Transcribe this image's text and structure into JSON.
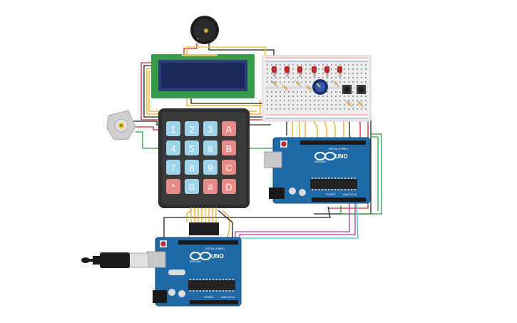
{
  "keypad": {
    "rows": [
      [
        "1",
        "2",
        "3",
        "A"
      ],
      [
        "4",
        "5",
        "6",
        "B"
      ],
      [
        "7",
        "8",
        "9",
        "C"
      ],
      [
        "*",
        "0",
        "#",
        "D"
      ]
    ]
  },
  "boards": {
    "top": {
      "brand": "ARDUINO",
      "model": "UNO",
      "digital_label": "DIGITAL (PWM~)",
      "power_label": "POWER",
      "analog_label": "ANALOG IN"
    },
    "bottom": {
      "brand": "ARDUINO",
      "model": "UNO",
      "digital_label": "DIGITAL (PWM~)",
      "power_label": "POWER",
      "analog_label": "ANALOG IN"
    }
  },
  "colors": {
    "board_blue": "#1f6aa6",
    "board_edge": "#174f7d",
    "lcd_green": "#3a9a4c",
    "lcd_screen": "#1b2a5c",
    "key_blue": "#9fd3ea",
    "key_red": "#e78a8a",
    "keypad_body": "#2d2d2d",
    "wire_red": "#d62a2a",
    "wire_black": "#222222",
    "wire_orange": "#f5a623",
    "wire_green": "#2e9e3e",
    "wire_purple": "#b23fa0",
    "wire_cyan": "#46c0d0",
    "wire_yellow": "#e8c41c",
    "led_red": "#c0282a"
  },
  "icons": [
    "buzzer-icon",
    "dc-motor-icon",
    "usb-plug-icon",
    "potentiometer-icon",
    "pushbutton-icon",
    "led-icon",
    "resistor-icon"
  ]
}
